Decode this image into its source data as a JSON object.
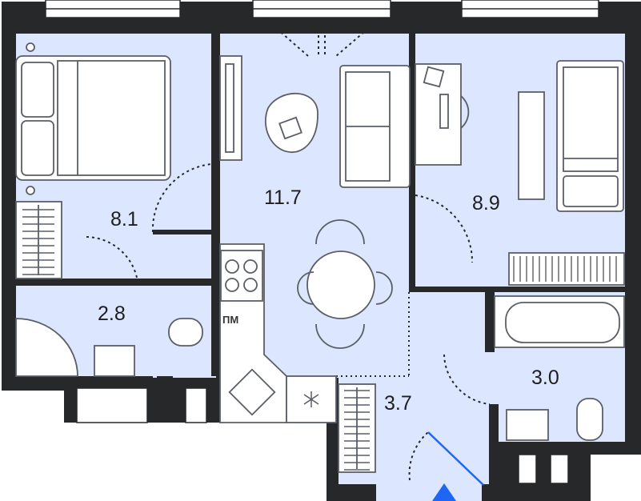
{
  "rooms": [
    {
      "id": "bedroom-1",
      "area": "8.1"
    },
    {
      "id": "living-kitchen",
      "area": "11.7"
    },
    {
      "id": "bedroom-2",
      "area": "8.9"
    },
    {
      "id": "bathroom-1",
      "area": "2.8"
    },
    {
      "id": "hallway",
      "area": "3.7"
    },
    {
      "id": "bathroom-2",
      "area": "3.0"
    }
  ],
  "appliance_label": "ПМ",
  "colors": {
    "wall": "#27282a",
    "floor": "#dde6ff",
    "furniture_stroke": "#5a5e66",
    "entrance_marker": "#1e66f5"
  }
}
